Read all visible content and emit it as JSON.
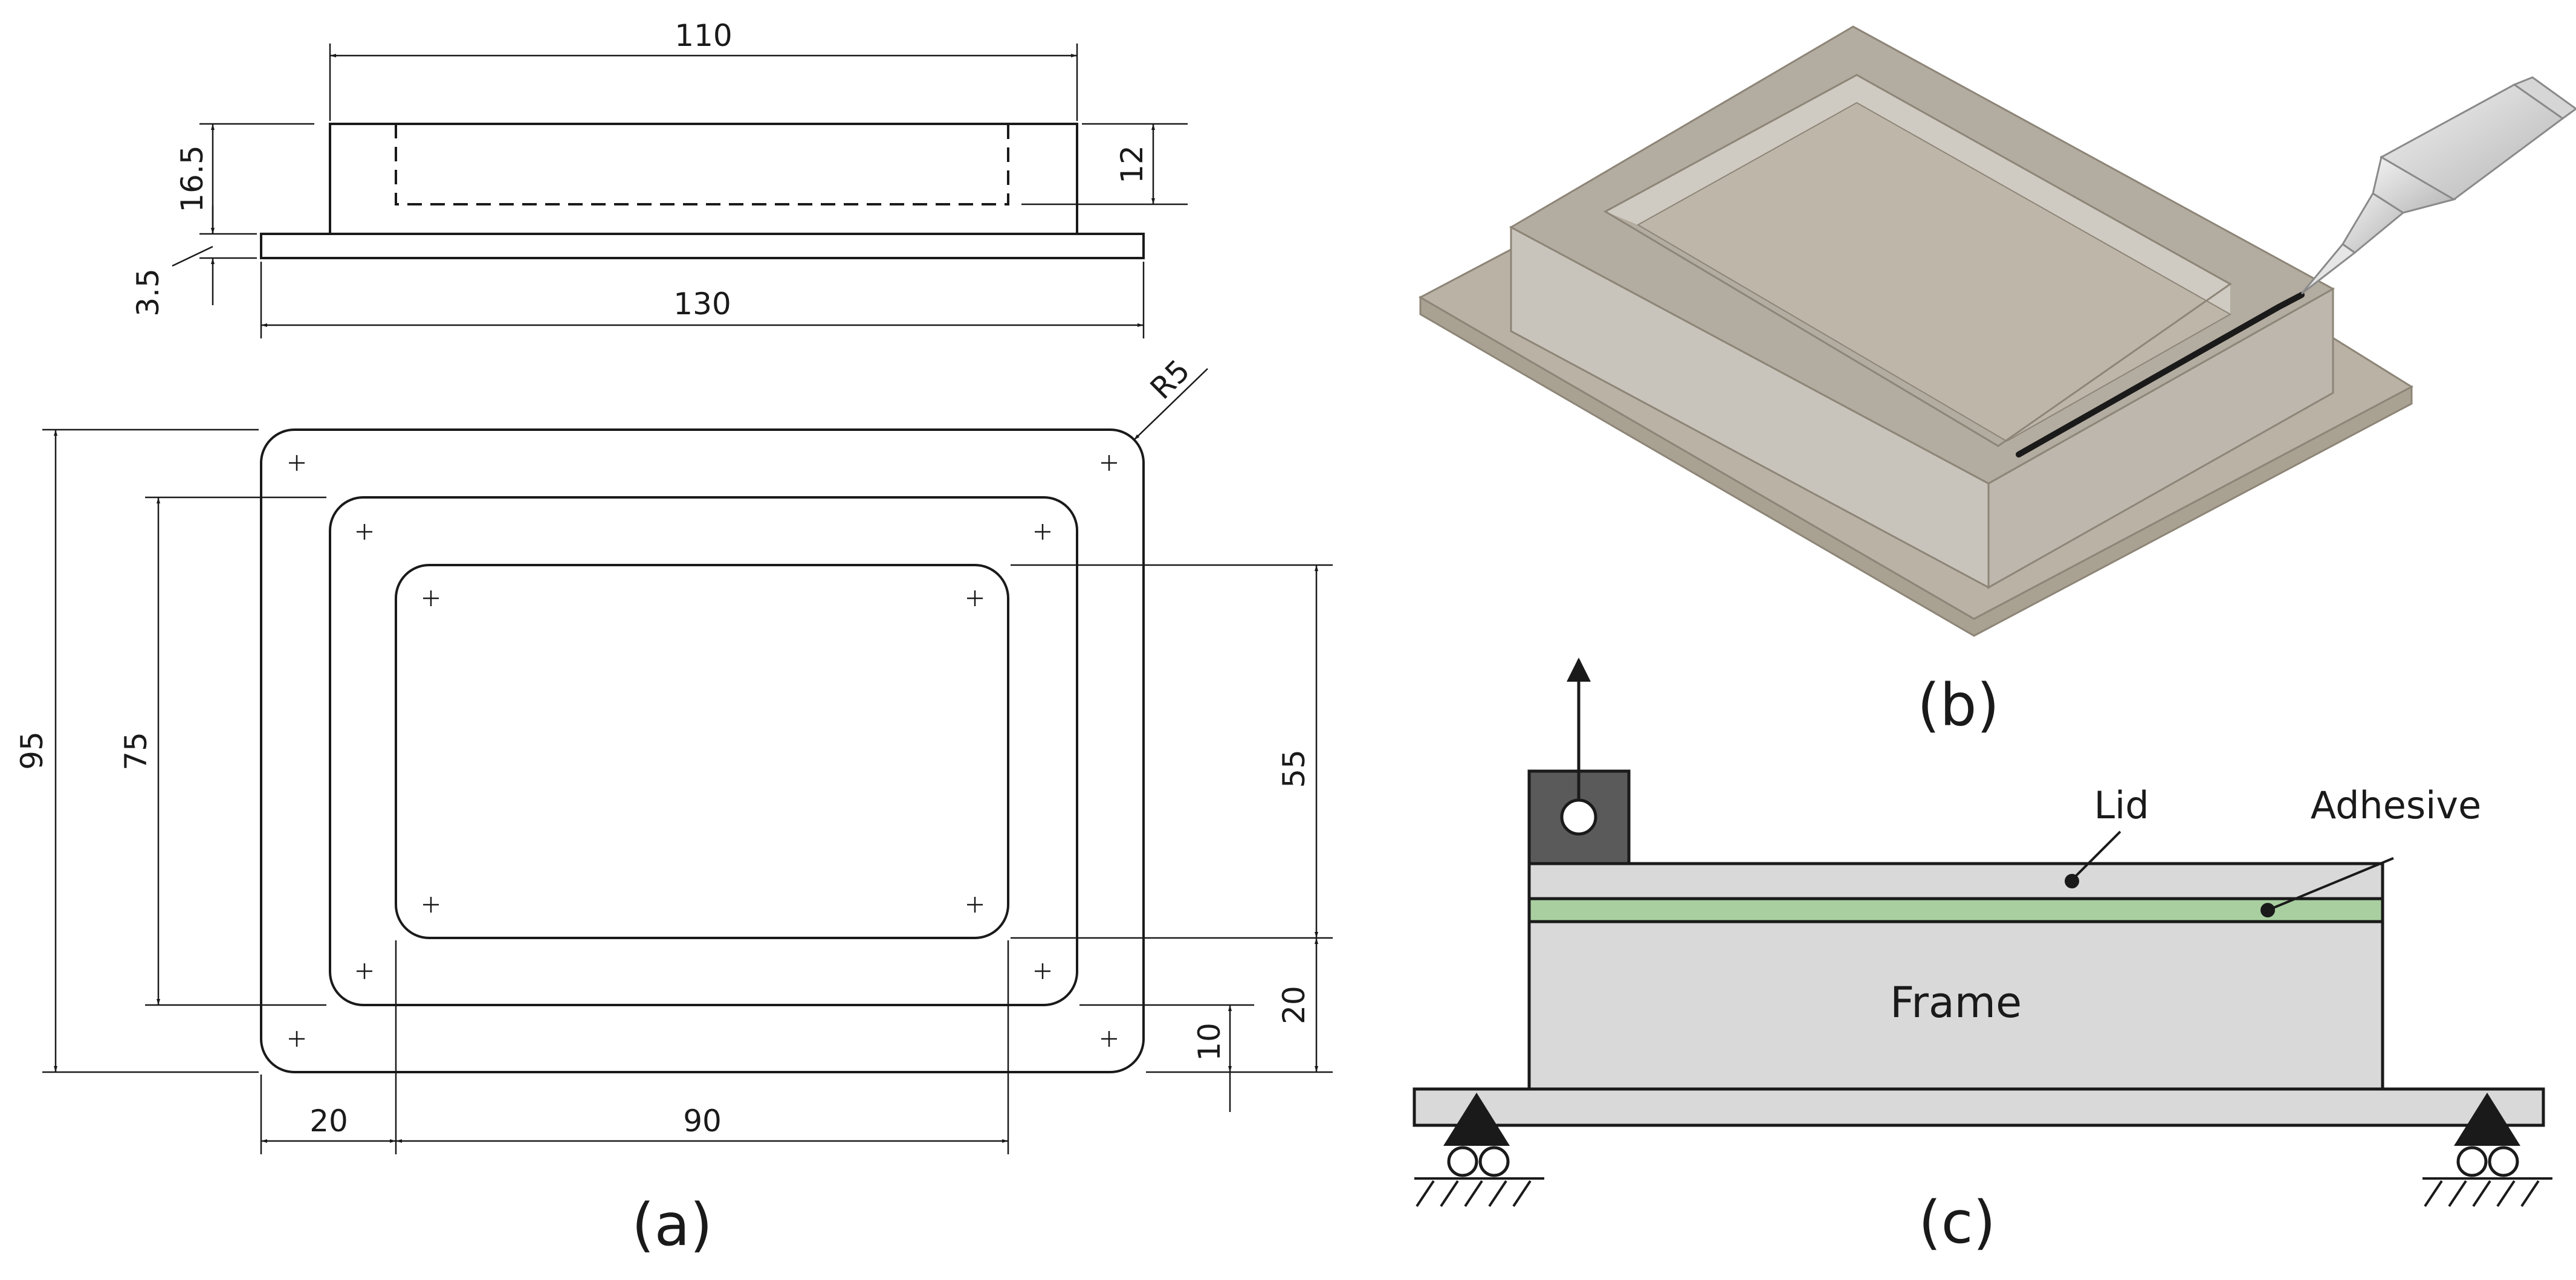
{
  "panel_a": {
    "caption": "(a)",
    "dims": {
      "d110": "110",
      "d16_5": "16.5",
      "d12": "12",
      "d3_5": "3.5",
      "d130": "130",
      "dR5": "R5",
      "d95": "95",
      "d75": "75",
      "d55": "55",
      "d20_right": "20",
      "d10": "10",
      "d20_bottom": "20",
      "d90": "90"
    }
  },
  "panel_b": {
    "caption": "(b)"
  },
  "panel_c": {
    "caption": "(c)",
    "lid_label": "Lid",
    "adhesive_label": "Adhesive",
    "frame_label": "Frame"
  },
  "colors": {
    "line": "#1a1a1a",
    "part_fill": "#d9d9d9",
    "adhesive": "#a9cfa0",
    "clamp": "#5a5a5a",
    "model_top": "#b3aca0",
    "model_wall": "#c9c4bb",
    "model_floor": "#beb6a9"
  }
}
